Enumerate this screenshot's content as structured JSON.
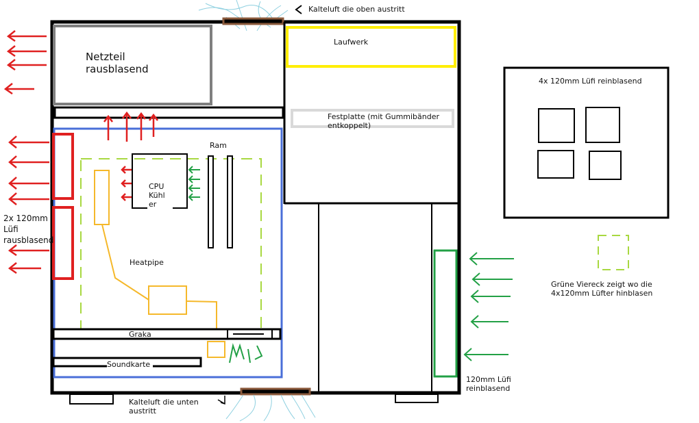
{
  "labels": {
    "top_air": "Kalteluft die oben austritt",
    "psu": [
      "Netzteil",
      "rausblasend"
    ],
    "drive": "Laufwerk",
    "hdd": [
      "Festplatte (mit Gummibänder",
      "entkoppelt)"
    ],
    "ram": "Ram",
    "cpu": [
      "CPU",
      "Kühl",
      "er"
    ],
    "rear_fans": [
      "2x 120mm",
      "Lüfi",
      "rausblasend"
    ],
    "heatpipe": "Heatpipe",
    "gpu": "Graka",
    "soundcard": "Soundkarte",
    "bottom_air": [
      "Kalteluft die unten",
      "austritt"
    ],
    "side_panel": "4x 120mm Lüfi reinblasend",
    "legend": [
      "Grüne Viereck zeigt wo die",
      "4x120mm Lüfter hinblasen"
    ],
    "front_fan": [
      "120mm Lüfi",
      "reinblasend"
    ]
  },
  "colors": {
    "case": "#000000",
    "psu": "#7f7f7f",
    "drive": "#ffee00",
    "hdd": "#d9d9d9",
    "motherboard": "#4a6fd8",
    "exhaust_fan": "#e02020",
    "intake_fan": "#22a045",
    "airflow_zone": "#a8d840",
    "heatpipe": "#f5b82a",
    "vent": "#8b5a3c",
    "cold_air": "#8fd0e0"
  }
}
